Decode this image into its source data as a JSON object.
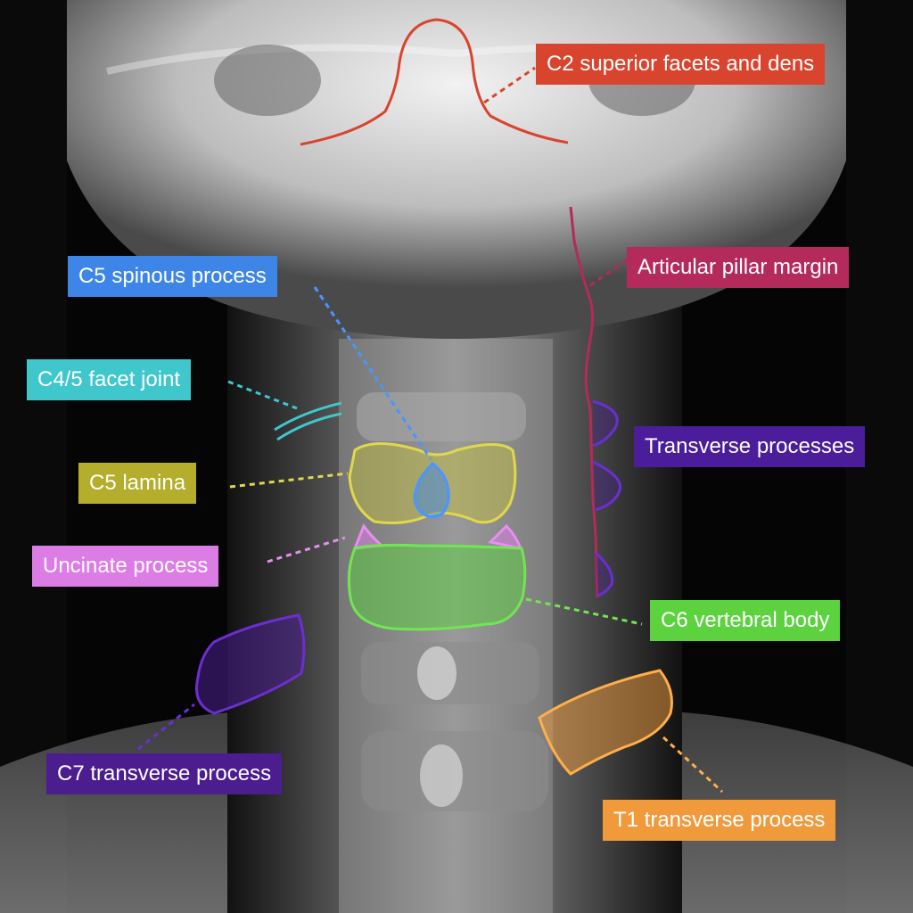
{
  "figure": {
    "description_colors": {
      "c2": "#d9442e",
      "pillar": "#b32a5b",
      "spinous": "#3d86e8",
      "facet": "#3fc7cc",
      "lamina": "#b5ad2c",
      "uncinate": "#dc7de6",
      "transverse": "#4b1d9a",
      "body": "#5cd23f",
      "c7": "#4b1d8f",
      "t1": "#f09a3c"
    }
  },
  "labels": {
    "c2": "C2 superior facets and dens",
    "pillar": "Articular pillar margin",
    "spinous": "C5 spinous process",
    "facet": "C4/5 facet joint",
    "transverse": "Transverse processes",
    "lamina": "C5 lamina",
    "uncinate": "Uncinate process",
    "body": "C6 vertebral body",
    "c7": "C7 transverse process",
    "t1": "T1 transverse process"
  }
}
